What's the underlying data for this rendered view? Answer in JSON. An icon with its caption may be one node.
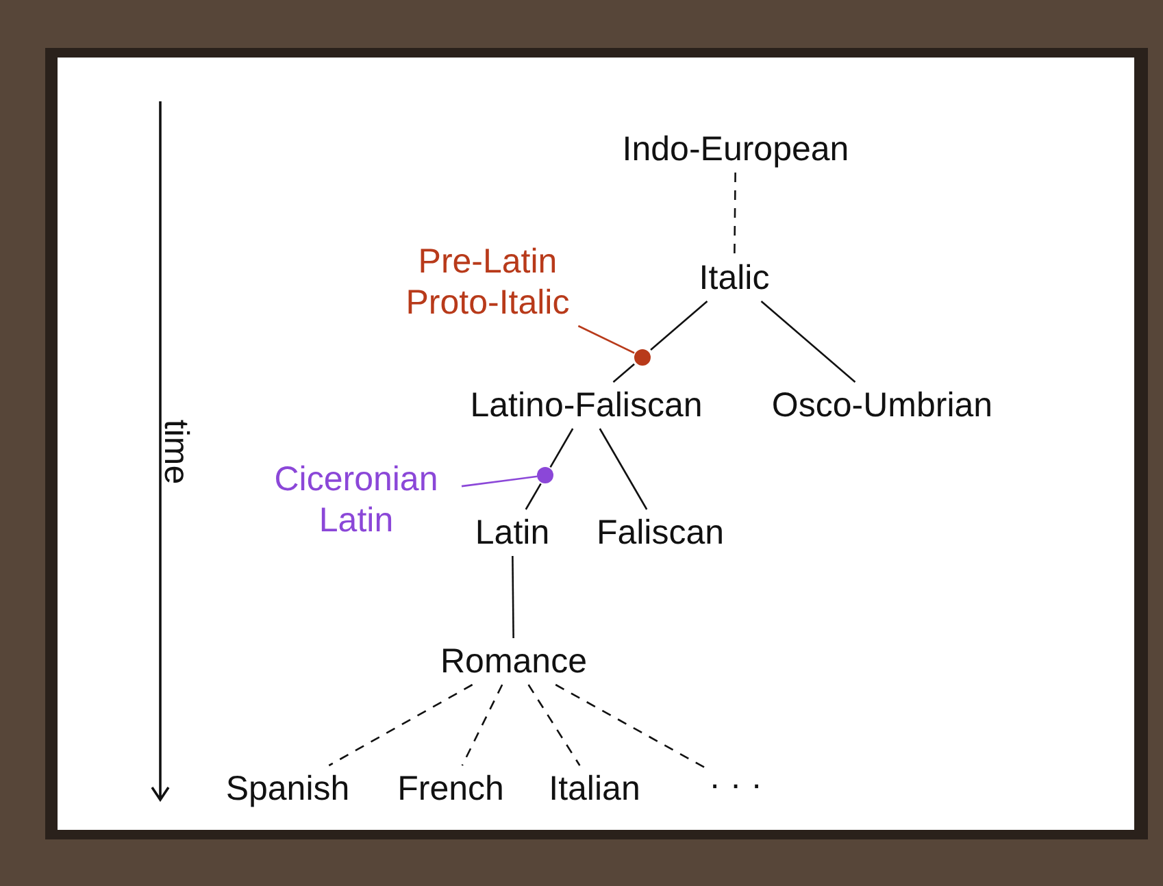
{
  "diagram": {
    "nodes": [
      {
        "text": [
          "Indo-European"
        ]
      },
      {
        "text": [
          "Italic"
        ]
      },
      {
        "text": [
          "Pre-Latin Proto-Italic"
        ]
      },
      {
        "text": [],
        "shape": "circle"
      },
      {
        "text": [
          "Latino-Faliscan"
        ]
      },
      {
        "text": [
          "Osco-Umbrian"
        ]
      },
      {
        "text": [
          "Ciceronian Latin"
        ]
      },
      {
        "text": [],
        "shape": "circle"
      },
      {
        "text": [
          "Latin"
        ]
      },
      {
        "text": [
          "Faliscan"
        ]
      },
      {
        "text": [
          "Romance"
        ]
      },
      {
        "text": [
          "Spanish"
        ]
      },
      {
        "text": [
          "French"
        ]
      },
      {
        "text": [
          "Italian"
        ]
      },
      {
        "text": [
          "· · ·"
        ]
      }
    ],
    "edges": [
      {
        "from": 0,
        "to": 1,
        "arrow": "none",
        "style": "dashed"
      },
      {
        "from": 1,
        "to": 3,
        "arrow": "none"
      },
      {
        "from": 3,
        "to": 4,
        "arrow": "none"
      },
      {
        "from": 1,
        "to": 5,
        "arrow": "none"
      },
      {
        "from": 2,
        "to": 3,
        "arrow": "none",
        "color": "#b83a1a"
      },
      {
        "from": 4,
        "to": 7,
        "arrow": "none"
      },
      {
        "from": 7,
        "to": 8,
        "arrow": "none"
      },
      {
        "from": 4,
        "to": 9,
        "arrow": "none"
      },
      {
        "from": 6,
        "to": 7,
        "arrow": "none",
        "color": "#8b47d8"
      },
      {
        "from": 8,
        "to": 10,
        "arrow": "none"
      },
      {
        "from": 10,
        "to": 11,
        "arrow": "none",
        "style": "dashed"
      },
      {
        "from": 10,
        "to": 12,
        "arrow": "none",
        "style": "dashed"
      },
      {
        "from": 10,
        "to": 13,
        "arrow": "none",
        "style": "dashed"
      },
      {
        "from": 10,
        "to": 14,
        "arrow": "none",
        "style": "dashed"
      }
    ],
    "labels": [
      "time"
    ]
  }
}
